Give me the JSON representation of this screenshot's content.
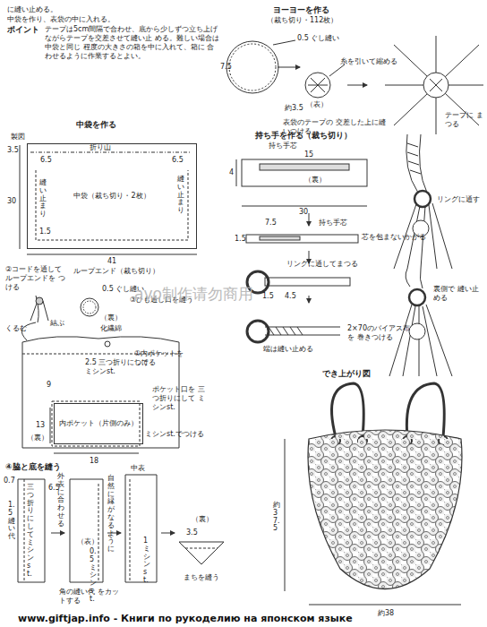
{
  "diagram": {
    "nodes": [
      {
        "text": [
          "中袋（裁ち切り・2枚）"
        ]
      },
      {
        "text": [
          "内ポケット（片側のみ）"
        ]
      }
    ],
    "labels": [
      "に縫い止める。",
      "中袋を作り、表袋の中に入れる。",
      "ポイント",
      "テープは5cm間隔で合わせ、底から少しずつ立ち上げ ながらテープを交差させて縫い止 める。難しい場合は中袋と同じ 程度の大きさの箱を中に入れて、箱に 合わせるように作業するとよい。",
      "ヨーヨーを作る",
      "（裁ち切り・112枚）",
      "7.5",
      "0.5 ぐし縫い",
      "糸を引いて縮める",
      "約3.5",
      "（表）",
      "表袋のテープの 交差した上に縫いつける",
      "テープに まつる",
      "中袋を作る",
      "製図",
      "3.5",
      "折り山",
      "6.5",
      "6.5",
      "30",
      "縫い止まり",
      "縫い止まり",
      "1.5",
      "41",
      "持ち手を作る（裁ち切り）",
      "持ち手芯",
      "15",
      "4",
      "（裏）",
      "30",
      "7.5",
      "持ち手芯",
      "1.5",
      "芯を包まないかがる",
      "リングに通してまつる",
      "1.5",
      "4.5",
      "端は縫い止める",
      "2×70のバイアス布を 巻きつける",
      "リングに通す",
      "裏側で 縫い止める",
      "ループエンド（裁ち切り）",
      "0.5 ぐし縫い",
      "②コードを通して ループエンドを つける",
      "くるむ",
      "結ぶ",
      "（裏）",
      "化繊綿",
      "③ひも通し口を縫う",
      "①内ポケットを つける",
      "2.5 三つ折りにして ミシンst.",
      "ポケット口を 三つ折りにして ミシンst.",
      "9",
      "13",
      "18",
      "ミシンst.でつける",
      "（裏）",
      "④脇と底を縫う",
      "0.7",
      "三つ折りにしてミシンst.",
      "6.5",
      "1.5 縫い代",
      "外表に合わせる",
      "中表",
      "（表）",
      "自然に縁がなるように",
      "0.5ミシンst.",
      "1ミシンst.",
      "角の縫い代 をカットする",
      "3.5",
      "まちを縫う",
      "（裏）",
      "でき上がり図",
      "約37.5",
      "約38",
      "avo制作请勿商用",
      "www.giftjap.info - Книги по рукоделию на японском языке"
    ]
  }
}
